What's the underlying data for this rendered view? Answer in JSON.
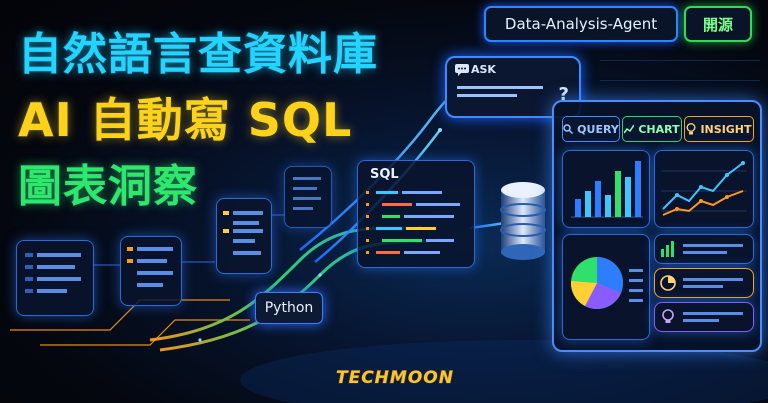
{
  "headline": {
    "line1": "自然語言查資料庫",
    "line2": "AI 自動寫 SQL",
    "line3": "圖表洞察"
  },
  "badges": {
    "agent": "Data-Analysis-Agent",
    "open_source": "開源"
  },
  "ask_bubble": {
    "label": "ASK",
    "symbol": "?"
  },
  "sql_panel": {
    "label": "SQL"
  },
  "python_chip": {
    "label": "Python"
  },
  "dashboard": {
    "tabs": {
      "query": "QUERY",
      "chart": "CHART",
      "insight": "INSIGHT"
    }
  },
  "logo": {
    "text": "TECHMOON"
  },
  "colors": {
    "cyan": "#22d4ff",
    "yellow": "#ffd21a",
    "green": "#2ee86b",
    "blue_glow": "#3c8bff",
    "orange": "#f0a81e"
  },
  "icons": [
    "chat-icon",
    "search-icon",
    "trend-icon",
    "lightbulb-icon",
    "database-icon",
    "pie-icon"
  ]
}
